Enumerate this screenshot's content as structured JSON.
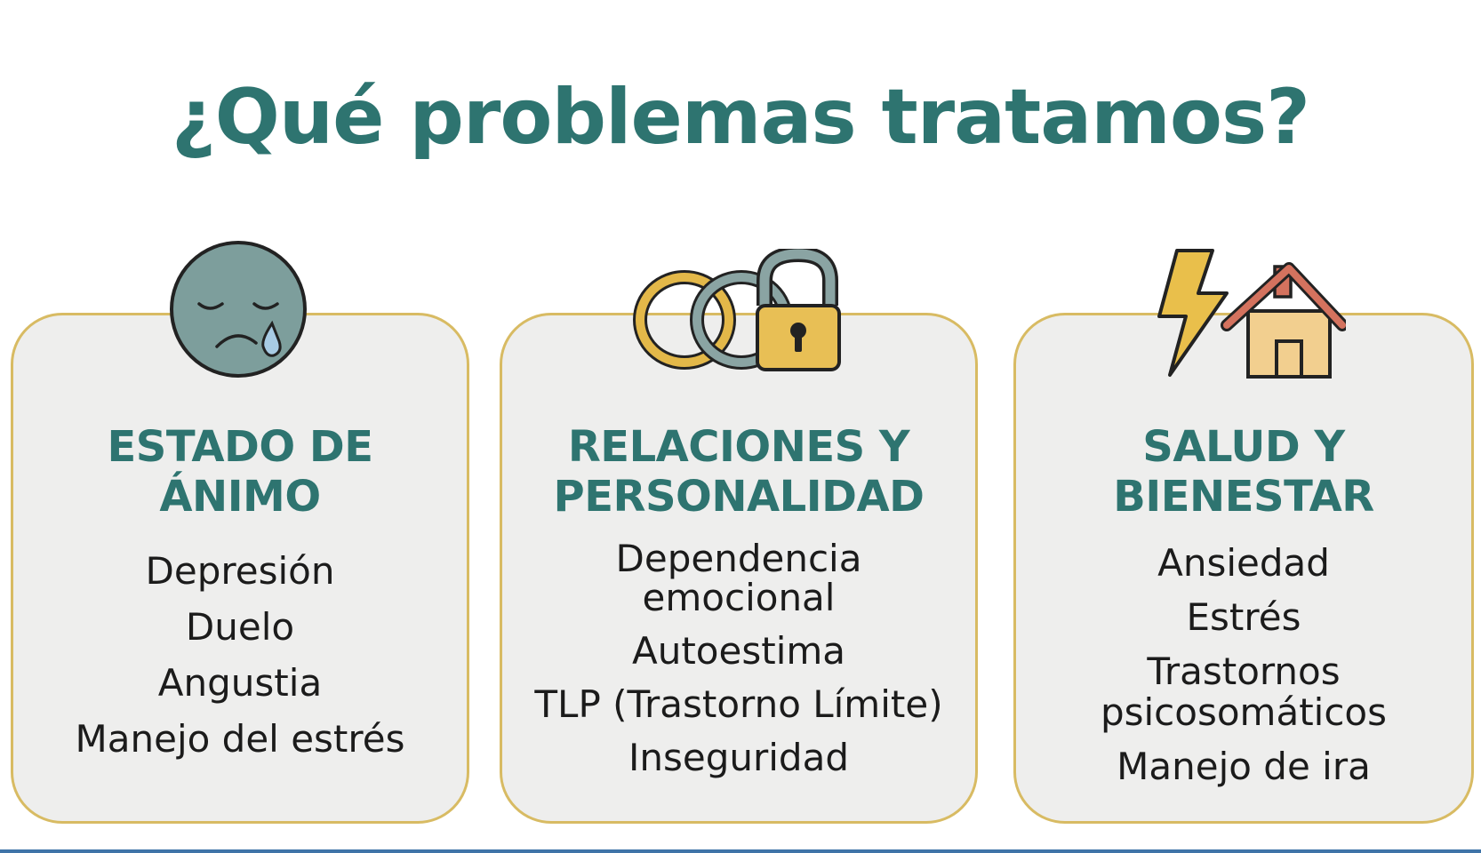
{
  "title": "¿Qué problemas tratamos?",
  "colors": {
    "accent": "#2e7470",
    "card_border": "#d8bb63",
    "card_bg": "#eeeeed",
    "text": "#1b1b1b"
  },
  "cards": [
    {
      "icon": "sad-face-icon",
      "heading": [
        "ESTADO DE",
        "ÁNIMO"
      ],
      "items": [
        "Depresión",
        "Duelo",
        "Angustia",
        "Manejo del estrés"
      ]
    },
    {
      "icon": "rings-padlock-icon",
      "heading": [
        "RELACIONES Y",
        "PERSONALIDAD"
      ],
      "items": [
        "Dependencia",
        "emocional",
        "Autoestima",
        "TLP (Trastorno Límite)",
        "Inseguridad"
      ]
    },
    {
      "icon": "lightning-house-icon",
      "heading": [
        "SALUD Y",
        "BIENESTAR"
      ],
      "items": [
        "Ansiedad",
        "Estrés",
        "Trastornos",
        "psicosomáticos",
        "Manejo de ira"
      ]
    }
  ]
}
